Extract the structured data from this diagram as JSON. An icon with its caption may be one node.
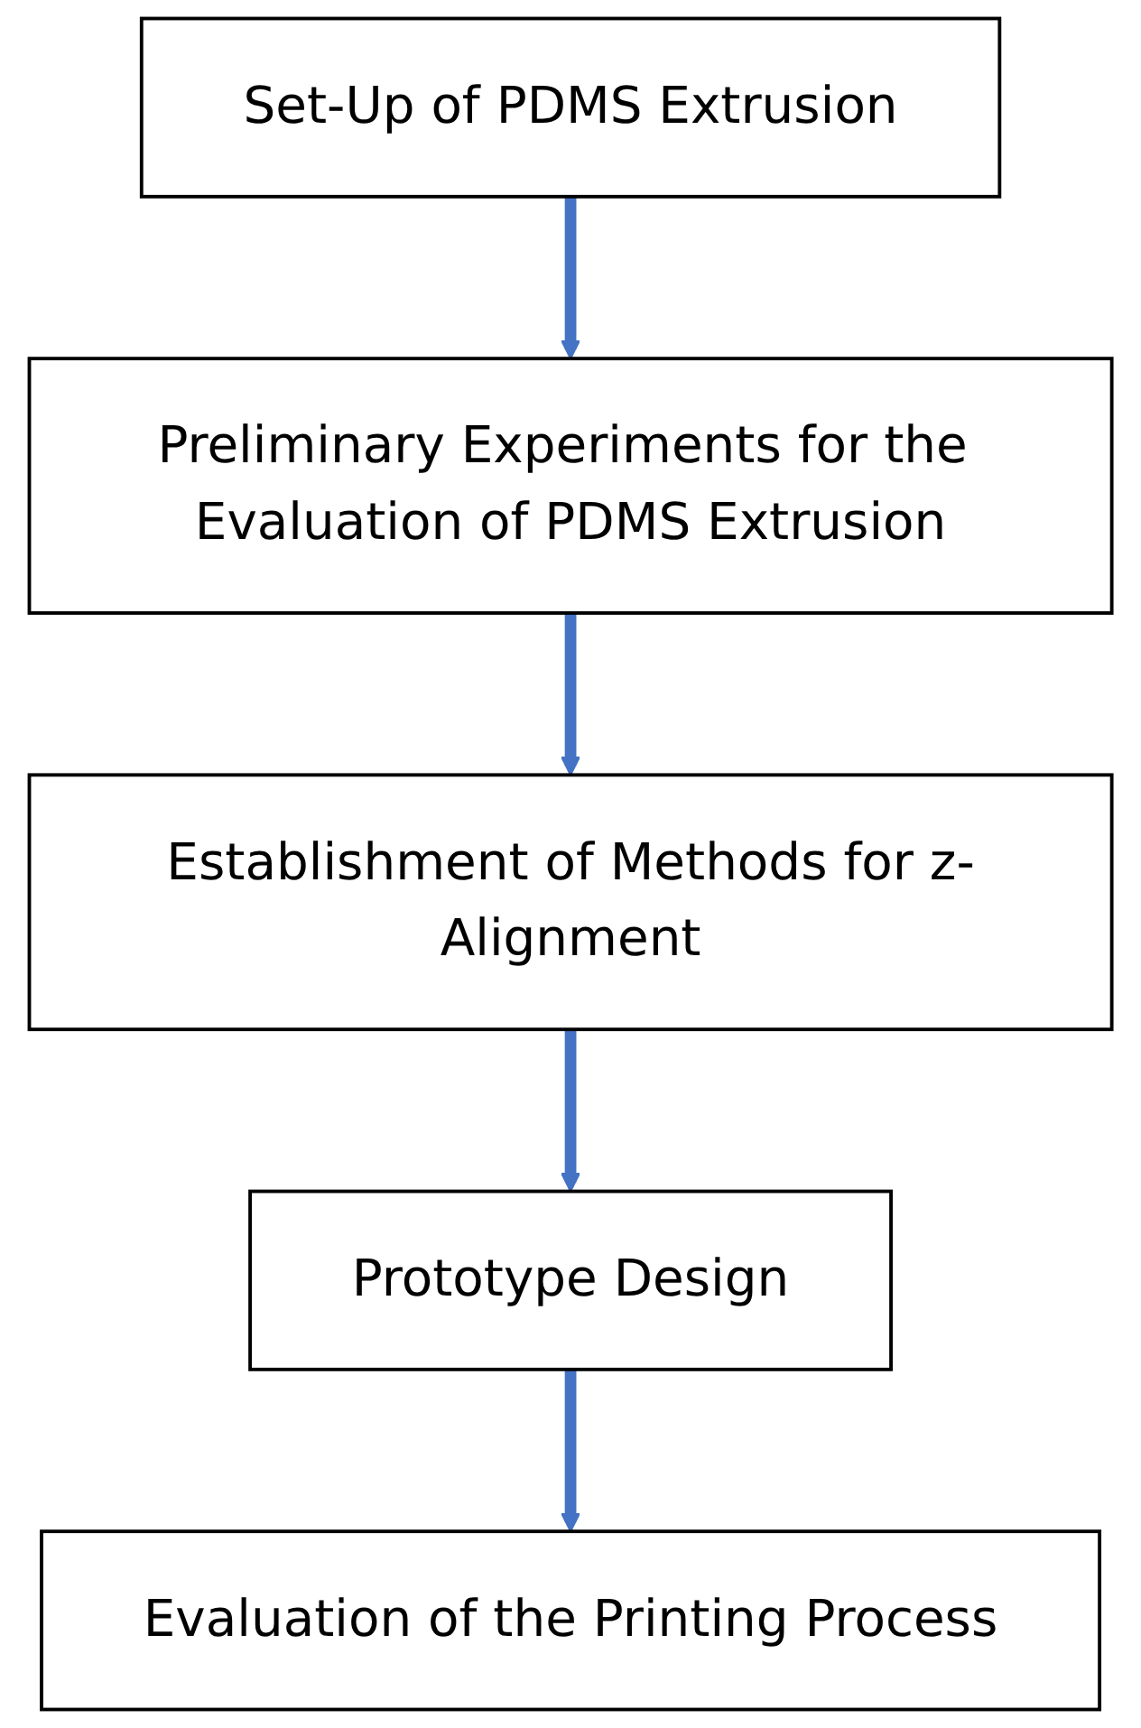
{
  "diagram": {
    "nodes": [
      {
        "text": [
          "Set-Up of PDMS Extrusion"
        ]
      },
      {
        "text": [
          "Preliminary Experiments for the Evaluation of PDMS Extrusion"
        ]
      },
      {
        "text": [
          "Establishment of Methods for z-Alignment"
        ]
      },
      {
        "text": [
          "Prototype Design"
        ]
      },
      {
        "text": [
          "Evaluation of the Printing Process"
        ]
      }
    ],
    "edges": [
      {
        "from": 0,
        "to": 1,
        "arrow": "to"
      },
      {
        "from": 1,
        "to": 2,
        "arrow": "to"
      },
      {
        "from": 2,
        "to": 3,
        "arrow": "to"
      },
      {
        "from": 3,
        "to": 4,
        "arrow": "to"
      }
    ]
  }
}
